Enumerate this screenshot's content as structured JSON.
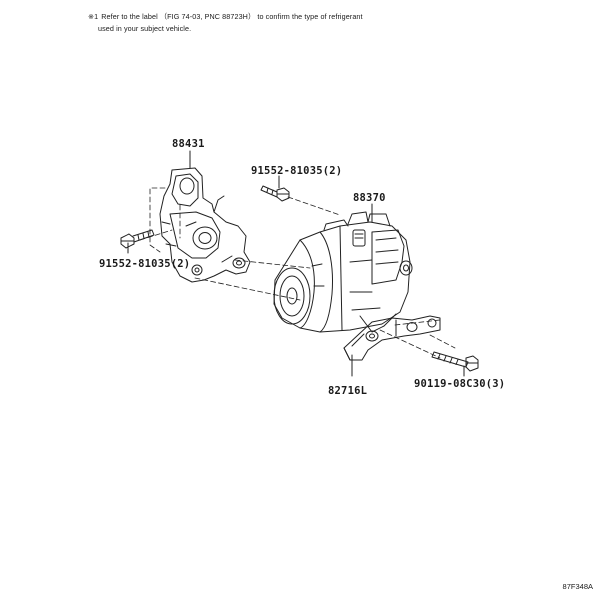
{
  "note": {
    "mark": "※1",
    "line1": "Refer to the label （FIG 74-03, PNC 88723H） to confirm the type of refrigerant",
    "line2": "used in your subject vehicle."
  },
  "parts": {
    "bracket_upper": "88431",
    "bolt_upper_right": "91552-81035(2)",
    "bolt_upper_left": "91552-81035(2)",
    "compressor": "88370",
    "bracket_lower": "82716L",
    "bolt_lower": "90119-08C30(3)"
  },
  "figure_id": "87F348A"
}
